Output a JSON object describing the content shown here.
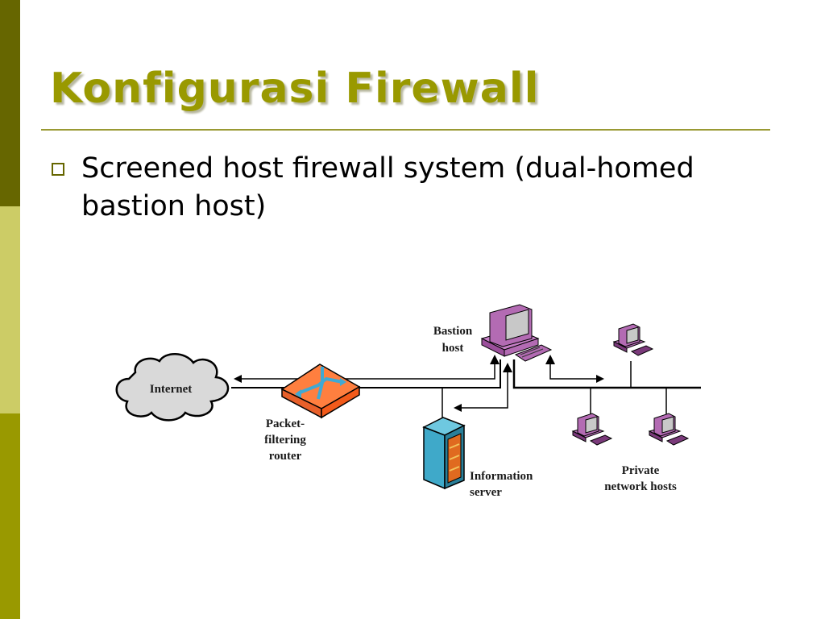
{
  "slide": {
    "title": "Konfigurasi Firewall",
    "bullets": [
      {
        "text": "Screened host firewall system (dual-homed bastion host)",
        "icon": "square-bullet-icon"
      }
    ]
  },
  "diagram": {
    "nodes": [
      {
        "id": "internet",
        "label": "Internet",
        "icon": "cloud-icon"
      },
      {
        "id": "router",
        "label_lines": [
          "Packet-",
          "filtering",
          "router"
        ],
        "icon": "router-icon"
      },
      {
        "id": "bastion",
        "label_lines": [
          "Bastion",
          "host"
        ],
        "icon": "workstation-icon"
      },
      {
        "id": "info_server",
        "label_lines": [
          "Information",
          "server"
        ],
        "icon": "server-rack-icon"
      },
      {
        "id": "private_hosts",
        "label_lines": [
          "Private",
          "network hosts"
        ],
        "icon": "workstation-icon"
      }
    ],
    "colors": {
      "cloud": "#d9d9d9",
      "router": "#ff7f3f",
      "router_arrows": "#3fa9d4",
      "computer": "#b36bb3",
      "server": "#3fa9c9",
      "server_panel": "#e06a1f"
    }
  },
  "theme": {
    "title_color": "#999900",
    "bar_colors": [
      "#666600",
      "#cccc66",
      "#999900"
    ]
  }
}
